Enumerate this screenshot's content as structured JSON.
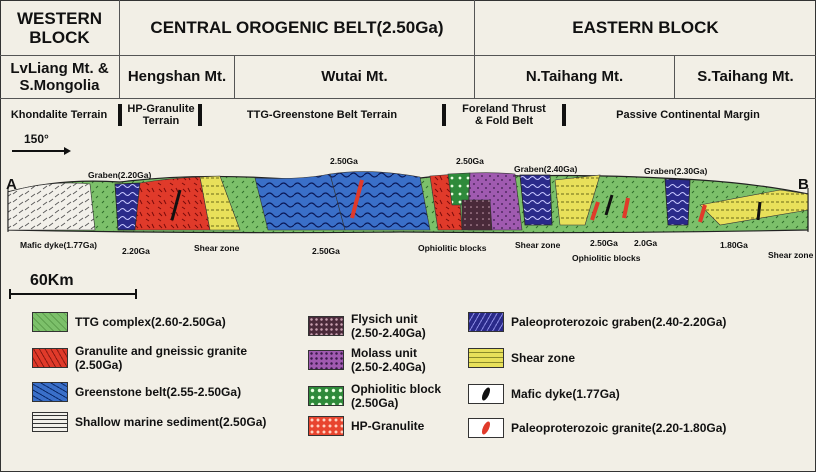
{
  "header": {
    "western_block": "WESTERN\nBLOCK",
    "central_belt": "CENTRAL OROGENIC BELT(2.50Ga)",
    "eastern_block": "EASTERN BLOCK"
  },
  "regions": {
    "lvliang": "LvLiang Mt. &\nS.Mongolia",
    "hengshan": "Hengshan Mt.",
    "wutai": "Wutai Mt.",
    "n_taihang": "N.Taihang Mt.",
    "s_taihang": "S.Taihang Mt."
  },
  "terrains": {
    "khondalite": "Khondalite Terrain",
    "hp_granulite": "HP-Granulite\nTerrain",
    "ttg_greenstone": "TTG-Greenstone Belt Terrain",
    "foreland": "Foreland Thrust\n& Fold Belt",
    "passive_margin": "Passive Continental Margin"
  },
  "section": {
    "direction": "150°",
    "end_a": "A",
    "end_b": "B",
    "scale": "60Km",
    "labels": {
      "graben_220": "Graben(2.20Ga)",
      "mafic_dyke": "Mafic dyke(1.77Ga)",
      "age_220": "2.20Ga",
      "shear_zone_1": "Shear zone",
      "age_250_top": "2.50Ga",
      "age_250_bottom": "2.50Ga",
      "age_250_top2": "2.50Ga",
      "ophiolitic_1": "Ophiolitic blocks",
      "graben_240": "Graben(2.40Ga)",
      "shear_zone_2": "Shear zone",
      "age_250_b": "2.50Ga",
      "age_20": "2.0Ga",
      "ophiolitic_2": "Ophiolitic blocks",
      "graben_230": "Graben(2.30Ga)",
      "age_180": "1.80Ga",
      "shear_zone_3": "Shear zone"
    }
  },
  "legend": [
    {
      "label": "TTG complex(2.60-2.50Ga)",
      "color": "#7cc06a"
    },
    {
      "label": "Granulite and gneissic granite\n(2.50Ga)",
      "color": "#e03a2a"
    },
    {
      "label": "Greenstone belt(2.55-2.50Ga)",
      "color": "#3a6fc8"
    },
    {
      "label": "Shallow marine sediment(2.50Ga)",
      "color": "#e8e6e0"
    },
    {
      "label": "Flysich unit\n(2.50-2.40Ga)",
      "color": "#4a2a3a"
    },
    {
      "label": "Molass unit\n(2.50-2.40Ga)",
      "color": "#a05ab0"
    },
    {
      "label": "Ophiolitic block\n(2.50Ga)",
      "color": "#2e8a3a"
    },
    {
      "label": "HP-Granulite",
      "color": "#e8442e"
    },
    {
      "label": "Paleoproterozoic graben(2.40-2.20Ga)",
      "color": "#2a2a8a"
    },
    {
      "label": "Shear zone",
      "color": "#e8e05a"
    },
    {
      "label": "Mafic dyke(1.77Ga)",
      "color": "#ffffff"
    },
    {
      "label": "Paleoproterozoic granite(2.20-1.80Ga)",
      "color": "#ffffff"
    }
  ]
}
